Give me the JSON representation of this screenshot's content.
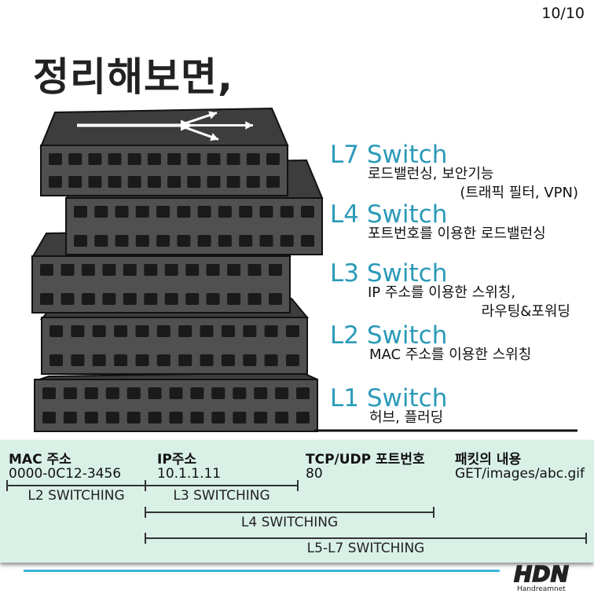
{
  "page": {
    "number": "10/10",
    "title": "정리해보면,"
  },
  "layers": [
    {
      "name": "L7 Switch",
      "desc": [
        "로드밸런싱, 보안기능",
        "(트래픽 필터, VPN)"
      ]
    },
    {
      "name": "L4 Switch",
      "desc": [
        "포트번호를 이용한 로드밸런싱"
      ]
    },
    {
      "name": "L3 Switch",
      "desc": [
        "IP 주소를 이용한 스위칭,",
        "라우팅&포워딩"
      ]
    },
    {
      "name": "L2 Switch",
      "desc": [
        "MAC 주소를 이용한 스위칭"
      ]
    },
    {
      "name": "L1 Switch",
      "desc": [
        "허브, 플러딩"
      ]
    }
  ],
  "packet_fields": [
    {
      "header": "MAC 주소",
      "value": "0000-0C12-3456"
    },
    {
      "header": "IP주소",
      "value": "10.1.1.11"
    },
    {
      "header": "TCP/UDP 포트번호",
      "value": "80"
    },
    {
      "header": "패킷의 내용",
      "value": "GET/images/abc.gif"
    }
  ],
  "ranges": [
    {
      "label": "L2 SWITCHING"
    },
    {
      "label": "L3 SWITCHING"
    },
    {
      "label": "L4 SWITCHING"
    },
    {
      "label": "L5-L7 SWITCHING"
    }
  ],
  "logo": {
    "text": "HDN",
    "sub": "Handreamnet"
  },
  "colors": {
    "accent": "#2b9ab8",
    "panel": "#d9f0e6",
    "switch_body": "#505050",
    "port": "#1a1a1a"
  }
}
